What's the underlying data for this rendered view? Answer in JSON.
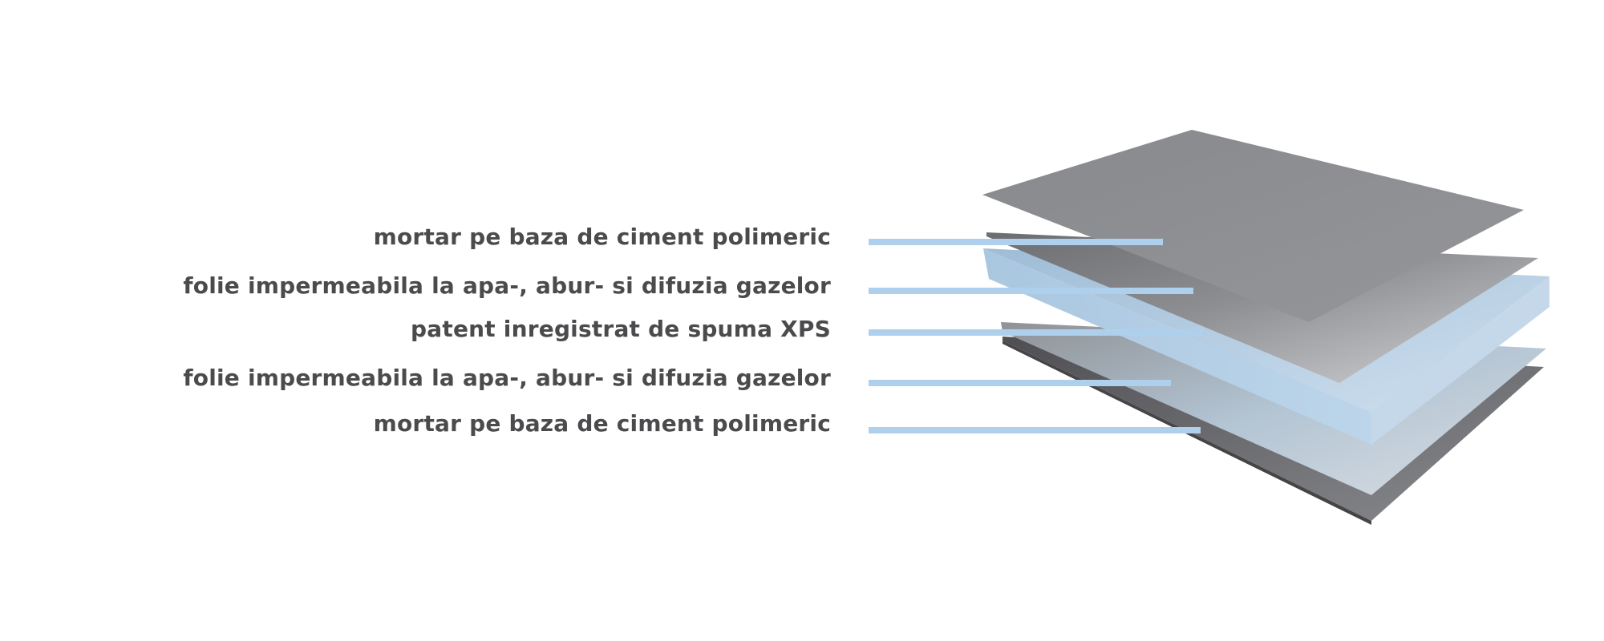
{
  "diagram": {
    "layers": [
      {
        "label": "mortar pe baza de ciment polimeric"
      },
      {
        "label": "folie impermeabila la apa-, abur- si difuzia gazelor"
      },
      {
        "label": "patent inregistrat de spuma XPS"
      },
      {
        "label": "folie impermeabila la apa-, abur- si difuzia gazelor"
      },
      {
        "label": "mortar pe baza de ciment polimeric"
      }
    ],
    "colors": {
      "label_text": "#4b4b4d",
      "leader_line": "#aed0ec",
      "mortar": "#8e8f93",
      "membrane": "#a9aaae",
      "xps_foam": "#b7d0e6",
      "xps_side": "#a5c2dc",
      "bottom_mortar": "#606064",
      "background": "#ffffff"
    }
  }
}
